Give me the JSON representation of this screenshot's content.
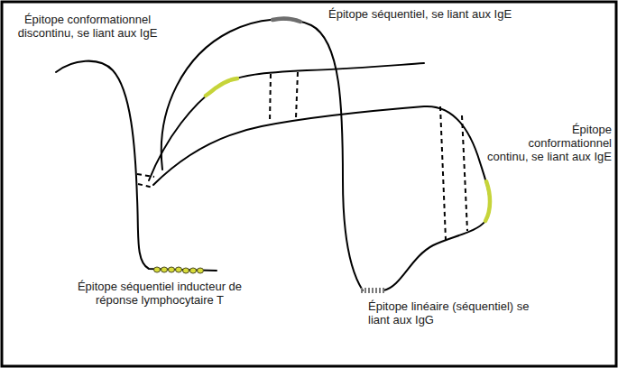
{
  "diagram": {
    "labels": [
      "Épitope séquentiel, se liant aux IgE",
      "Épitope conformationnel discontinu, se liant aux IgE",
      "Épitope conformationnel continu, se liant aux IgE",
      "Épitope séquentiel inducteur de réponse lymphocytaire T",
      "Épitope linéaire (séquentiel) se liant aux IgG"
    ]
  }
}
